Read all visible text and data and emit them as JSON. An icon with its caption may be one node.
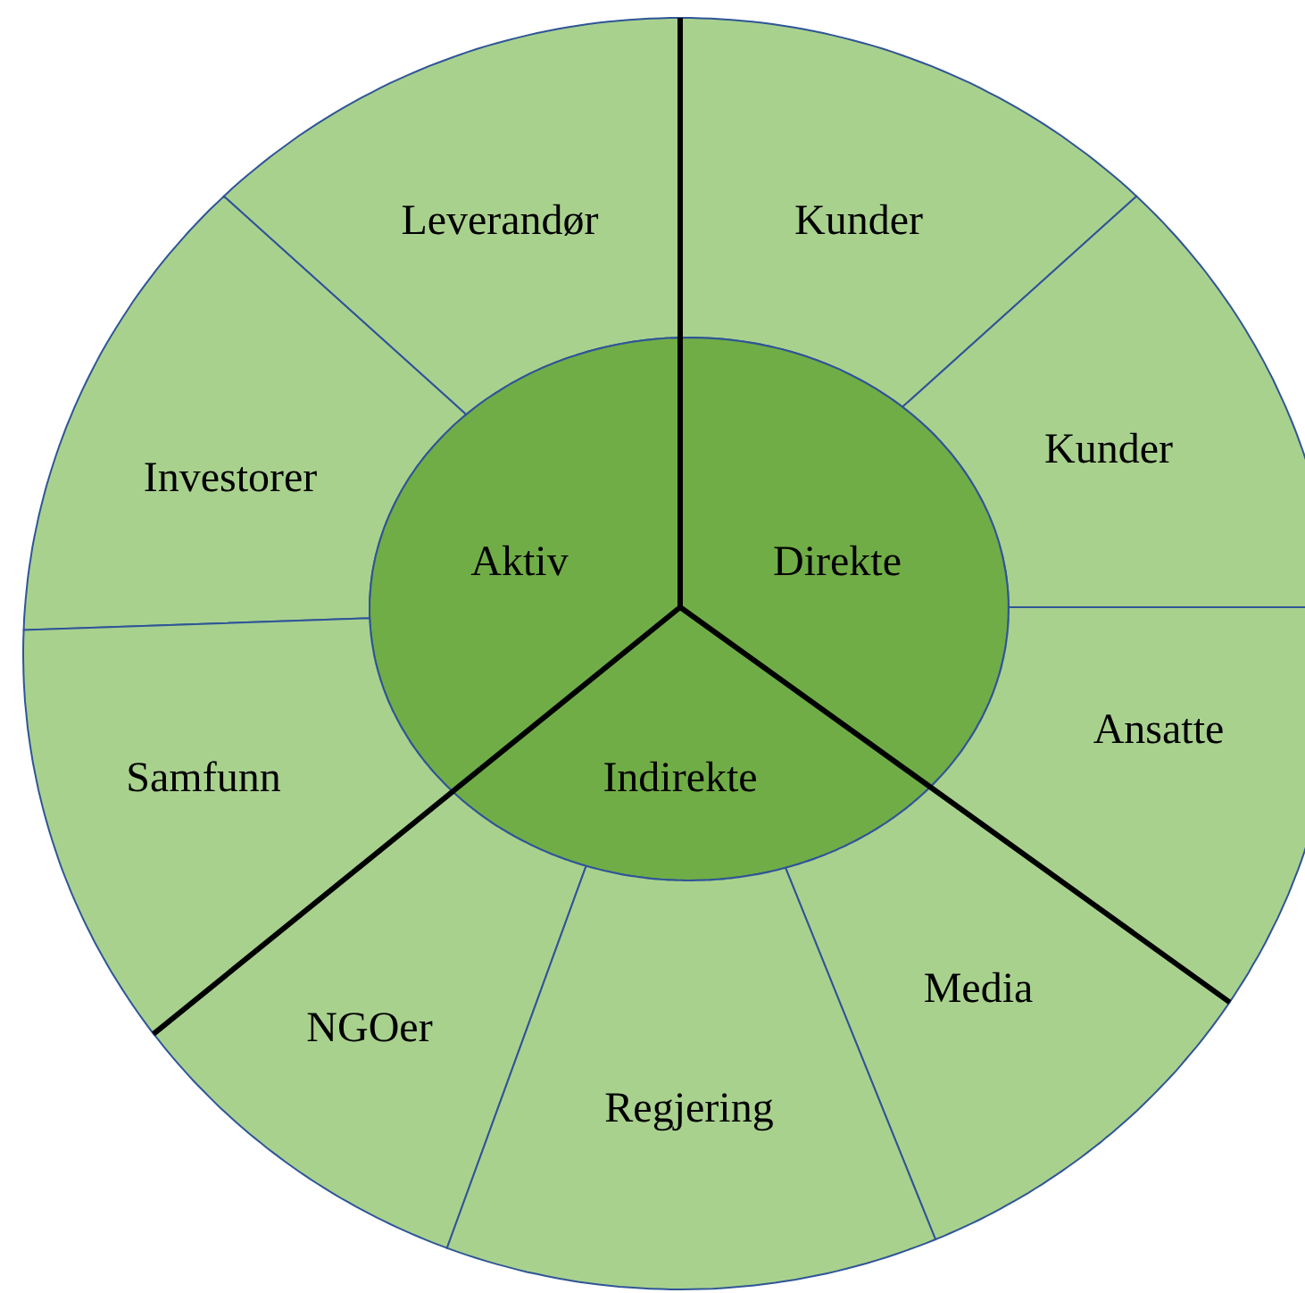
{
  "diagram": {
    "nodes": [
      {
        "text": [
          "Leverandør"
        ]
      },
      {
        "text": [
          "Kunder"
        ]
      },
      {
        "text": [
          "Kunder"
        ]
      },
      {
        "text": [
          "Investorer"
        ]
      },
      {
        "text": [
          "Aktiv"
        ]
      },
      {
        "text": [
          "Direkte"
        ]
      },
      {
        "text": [
          "Ansatte"
        ]
      },
      {
        "text": [
          "Samfunn"
        ]
      },
      {
        "text": [
          "Indirekte"
        ]
      },
      {
        "text": [
          "Media"
        ]
      },
      {
        "text": [
          "NGOer"
        ]
      },
      {
        "text": [
          "Regjering"
        ]
      }
    ]
  }
}
